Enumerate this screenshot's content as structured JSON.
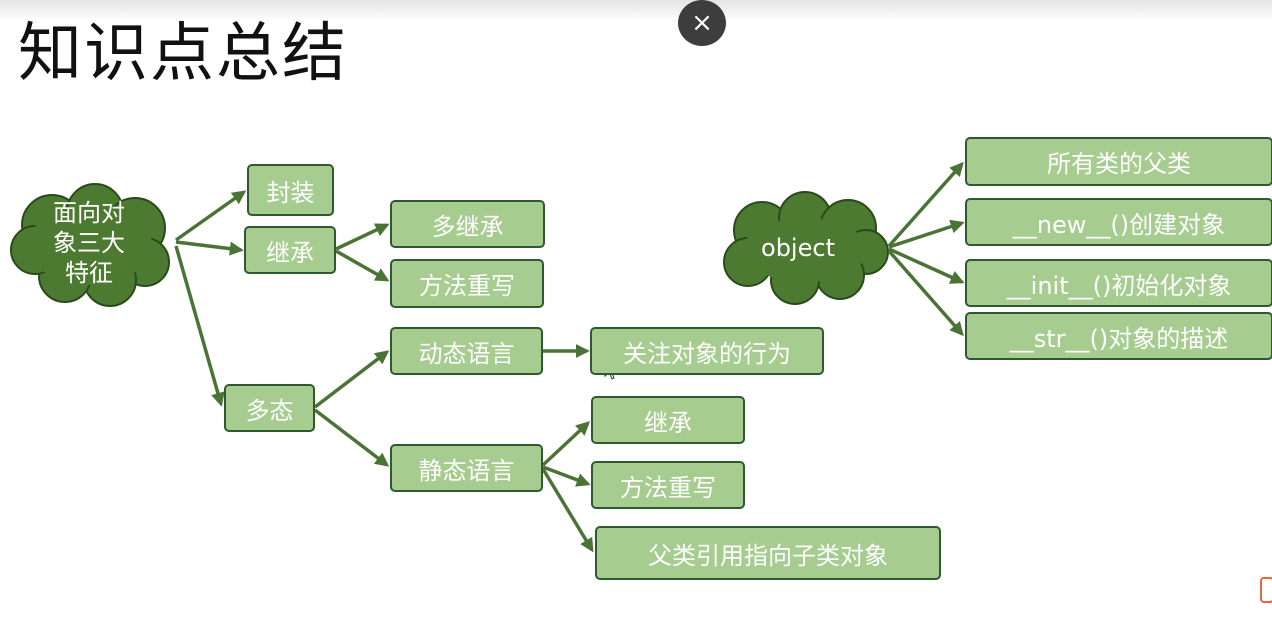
{
  "title": "知识点总结",
  "close_label": "×",
  "icons": {
    "close": "close-icon",
    "cursor": "mouse-cursor-icon"
  },
  "colors": {
    "node_fill": "#a6cc8f",
    "node_border": "#2f5a2f",
    "cloud_fill": "#4d7a31",
    "arrow": "#4a7336",
    "text": "#ffffff"
  },
  "diagram": {
    "left_root": "面向对象三大特征",
    "left_root_lines": [
      "面向对",
      "象三大",
      "特征"
    ],
    "encapsulation": "封装",
    "inheritance": "继承",
    "multiple_inheritance": "多继承",
    "method_override": "方法重写",
    "polymorphism": "多态",
    "dynamic_language": "动态语言",
    "focus_behavior": "关注对象的行为",
    "static_language": "静态语言",
    "static_inheritance": "继承",
    "static_override": "方法重写",
    "parent_ref": "父类引用指向子类对象",
    "right_root": "object",
    "parent_of_all": "所有类的父类",
    "new_method": "__new__()创建对象",
    "init_method": "__init__()初始化对象",
    "str_method": "__str__()对象的描述"
  }
}
